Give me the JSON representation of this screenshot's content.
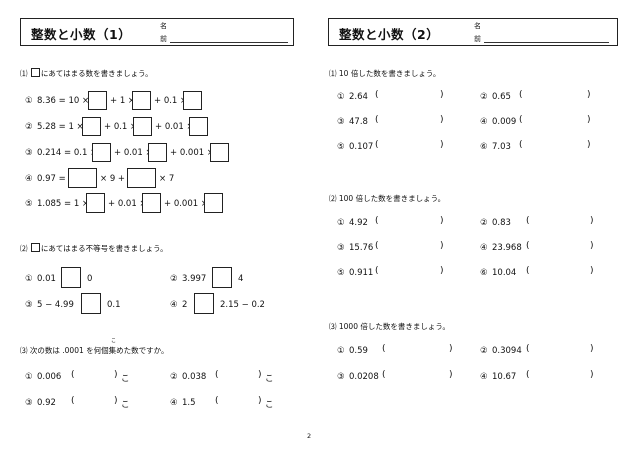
{
  "left": {
    "title": "整数と小数（1）",
    "name_label_top": "名",
    "name_label_bottom": "前",
    "q1": {
      "number": "⑴",
      "instruction": "にあてはまる数を書きましょう。",
      "items": [
        {
          "label": "①",
          "parts": [
            "8.36 = 10 ×",
            "+ 1 ×",
            "+ 0.1 ×"
          ]
        },
        {
          "label": "②",
          "parts": [
            "5.28 = 1 ×",
            "+ 0.1 ×",
            "+ 0.01 ×"
          ]
        },
        {
          "label": "③",
          "parts": [
            "0.214 = 0.1 ×",
            "+ 0.01 ×",
            "+ 0.001 ×"
          ]
        },
        {
          "label": "④",
          "parts": [
            "0.97 =",
            "× 9 +",
            "× 7"
          ]
        },
        {
          "label": "⑤",
          "parts": [
            "1.085 = 1 ×",
            "+ 0.01 ×",
            "+ 0.001 ×"
          ]
        }
      ]
    },
    "q2": {
      "number": "⑵",
      "instruction": "にあてはまる不等号を書きましょう。",
      "items": [
        {
          "label": "①",
          "a": "0.01",
          "b": "0"
        },
        {
          "label": "②",
          "a": "3.997",
          "b": "4"
        },
        {
          "label": "③",
          "a": "5 − 4.99",
          "b": "0.1"
        },
        {
          "label": "④",
          "a": "2",
          "b": "2.15 − 0.2"
        }
      ]
    },
    "q3": {
      "number": "⑶",
      "instruction": "次の数は .0001 を何個集めた数ですか。",
      "ruby": "こ",
      "items": [
        {
          "label": "①",
          "value": "0.006"
        },
        {
          "label": "②",
          "value": "0.038"
        },
        {
          "label": "③",
          "value": "0.92"
        },
        {
          "label": "④",
          "value": "1.5"
        }
      ],
      "counter": "こ"
    },
    "page_number": "2"
  },
  "right": {
    "title": "整数と小数（2）",
    "name_label_top": "名",
    "name_label_bottom": "前",
    "q1": {
      "number": "⑴",
      "instruction": "10 倍した数を書きましょう。",
      "items": [
        {
          "label": "①",
          "value": "2.64"
        },
        {
          "label": "②",
          "value": "0.65"
        },
        {
          "label": "③",
          "value": "47.8"
        },
        {
          "label": "④",
          "value": "0.009"
        },
        {
          "label": "⑤",
          "value": "0.107"
        },
        {
          "label": "⑥",
          "value": "7.03"
        }
      ]
    },
    "q2": {
      "number": "⑵",
      "instruction": "100 倍した数を書きましょう。",
      "items": [
        {
          "label": "①",
          "value": "4.92"
        },
        {
          "label": "②",
          "value": "0.83"
        },
        {
          "label": "③",
          "value": "15.76"
        },
        {
          "label": "④",
          "value": "23.968"
        },
        {
          "label": "⑤",
          "value": "0.911"
        },
        {
          "label": "⑥",
          "value": "10.04"
        }
      ]
    },
    "q3": {
      "number": "⑶",
      "instruction": "1000 倍した数を書きましょう。",
      "items": [
        {
          "label": "①",
          "value": "0.59"
        },
        {
          "label": "②",
          "value": "0.3094"
        },
        {
          "label": "③",
          "value": "0.0208"
        },
        {
          "label": "④",
          "value": "10.67"
        }
      ]
    },
    "paren_open": "(",
    "paren_close": ")"
  }
}
